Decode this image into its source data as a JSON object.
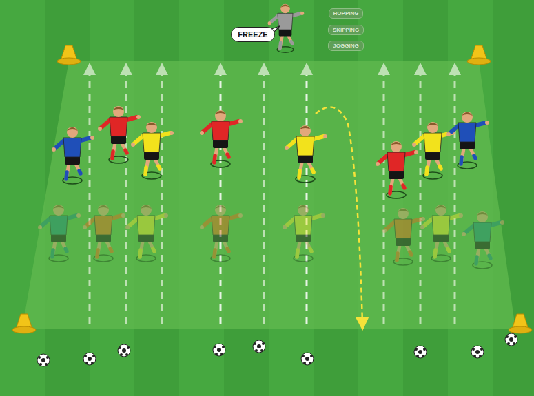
{
  "diagram": {
    "nodes": [
      {
        "text": [
          "FREEZE"
        ]
      },
      {
        "text": [
          "HOPPING"
        ]
      },
      {
        "text": [
          "SKIPPING"
        ]
      },
      {
        "text": [
          "JOGGING"
        ]
      }
    ]
  }
}
